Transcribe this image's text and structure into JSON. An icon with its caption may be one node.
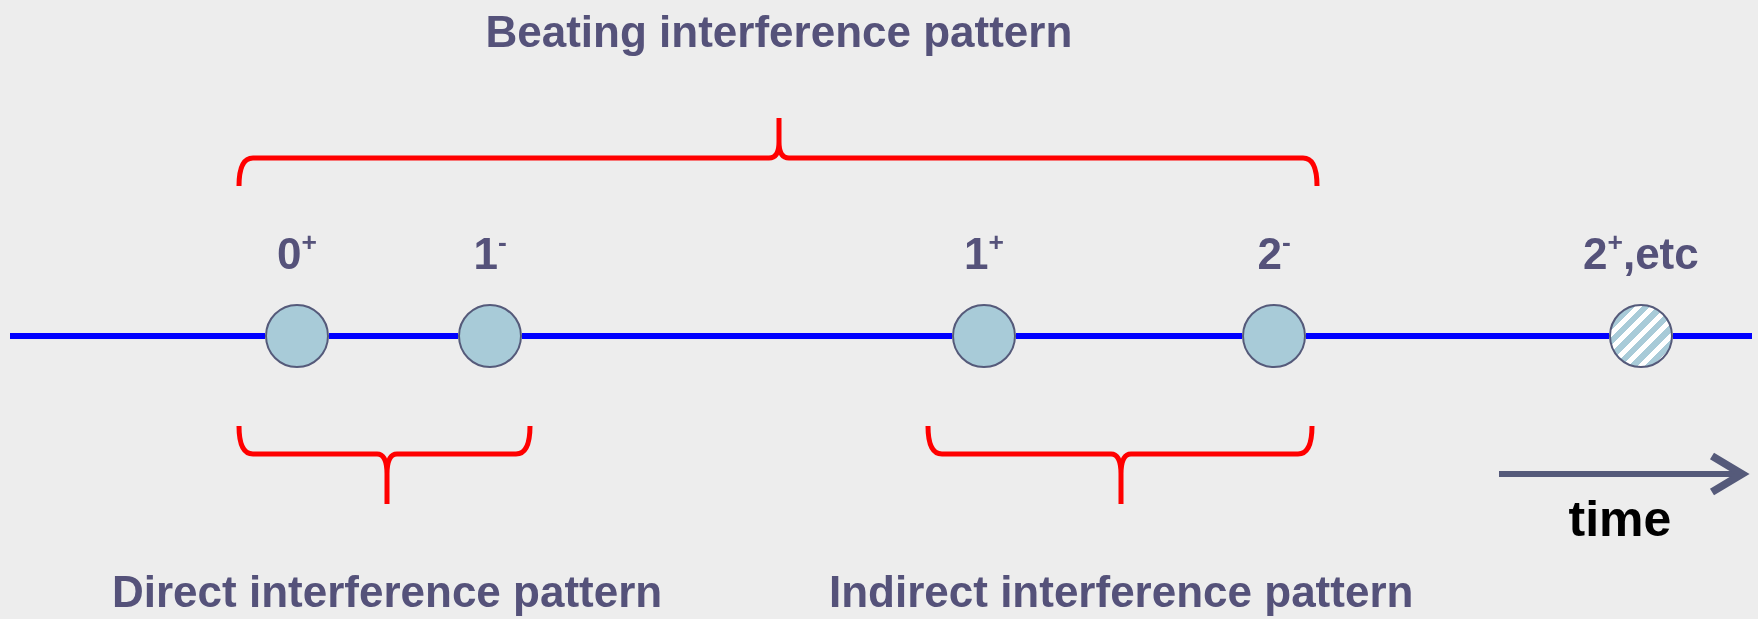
{
  "diagram": {
    "nodes": [
      {
        "text": [],
        "shape": "circle",
        "beside": [
          "0$^{+}$"
        ]
      },
      {
        "text": [],
        "shape": "circle",
        "beside": [
          "1$^{-}$"
        ]
      },
      {
        "text": [],
        "shape": "circle",
        "beside": [
          "1$^{+}$"
        ]
      },
      {
        "text": [],
        "shape": "circle",
        "beside": [
          "2$^{-}$"
        ]
      },
      {
        "text": [],
        "shape": "circle",
        "beside": [
          "2$^{+}$,etc"
        ]
      }
    ],
    "edges": [
      {
        "from": 0,
        "to": 1,
        "arrow": "none"
      },
      {
        "from": 1,
        "to": 2,
        "arrow": "none"
      },
      {
        "from": 2,
        "to": 3,
        "arrow": "none"
      },
      {
        "from": 3,
        "to": 4,
        "arrow": "none"
      }
    ],
    "labels": [
      "Beating interference pattern",
      "time",
      "Direct interference pattern",
      "Indirect interference pattern"
    ]
  }
}
